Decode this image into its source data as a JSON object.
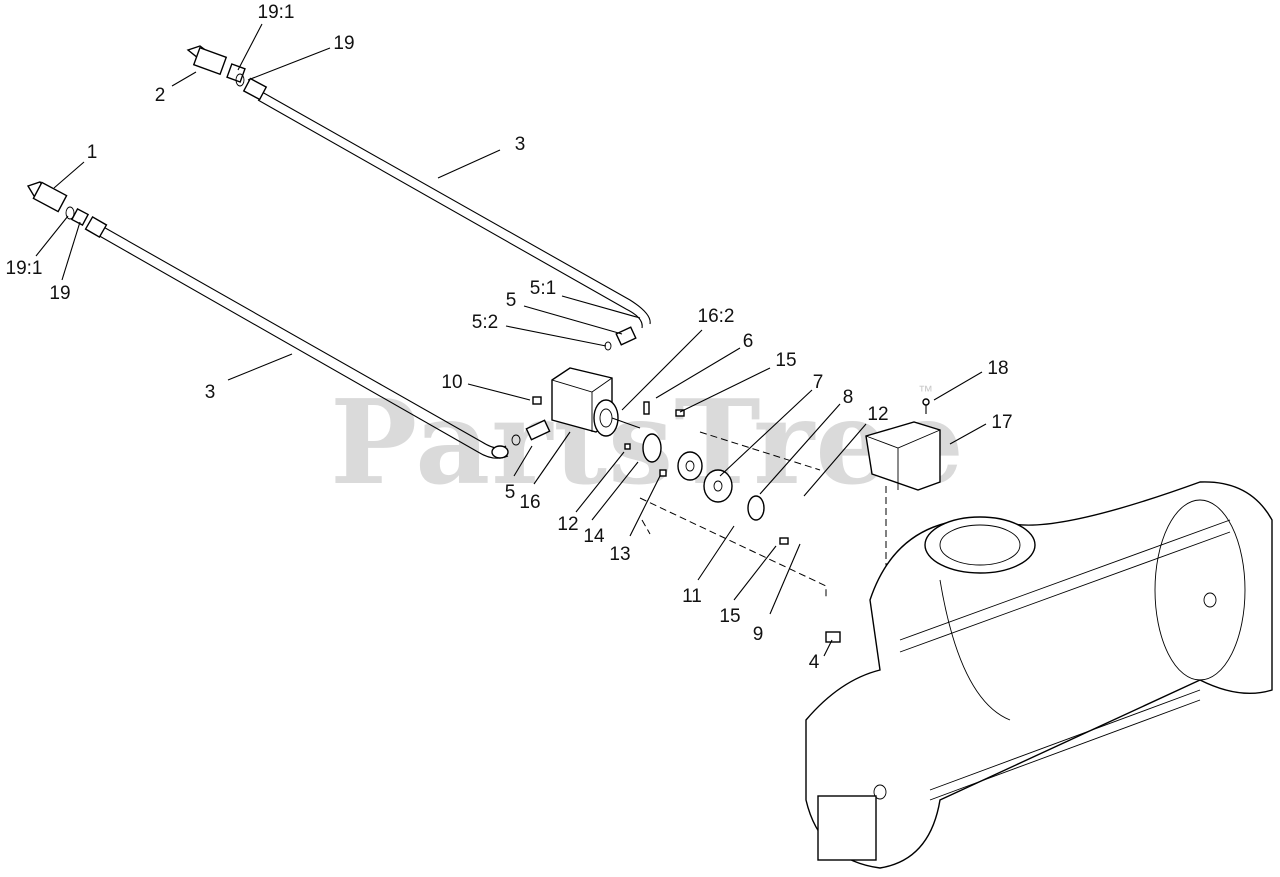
{
  "watermark": {
    "text": "PartsTree",
    "trademark": "™"
  },
  "callouts": [
    {
      "id": "c-19-1-top",
      "text": "19:1"
    },
    {
      "id": "c-19-top",
      "text": "19"
    },
    {
      "id": "c-2",
      "text": "2"
    },
    {
      "id": "c-3-top",
      "text": "3"
    },
    {
      "id": "c-1",
      "text": "1"
    },
    {
      "id": "c-19-1-left",
      "text": "19:1"
    },
    {
      "id": "c-19-left",
      "text": "19"
    },
    {
      "id": "c-3-left",
      "text": "3"
    },
    {
      "id": "c-5-1",
      "text": "5:1"
    },
    {
      "id": "c-5-top",
      "text": "5"
    },
    {
      "id": "c-5-2",
      "text": "5:2"
    },
    {
      "id": "c-16-2",
      "text": "16:2"
    },
    {
      "id": "c-6",
      "text": "6"
    },
    {
      "id": "c-15-top",
      "text": "15"
    },
    {
      "id": "c-10",
      "text": "10"
    },
    {
      "id": "c-7",
      "text": "7"
    },
    {
      "id": "c-8",
      "text": "8"
    },
    {
      "id": "c-12-right",
      "text": "12"
    },
    {
      "id": "c-18",
      "text": "18"
    },
    {
      "id": "c-17",
      "text": "17"
    },
    {
      "id": "c-5-bottom",
      "text": "5"
    },
    {
      "id": "c-16",
      "text": "16"
    },
    {
      "id": "c-12-left",
      "text": "12"
    },
    {
      "id": "c-14",
      "text": "14"
    },
    {
      "id": "c-13",
      "text": "13"
    },
    {
      "id": "c-11",
      "text": "11"
    },
    {
      "id": "c-15-bottom",
      "text": "15"
    },
    {
      "id": "c-9",
      "text": "9"
    },
    {
      "id": "c-4",
      "text": "4"
    }
  ]
}
